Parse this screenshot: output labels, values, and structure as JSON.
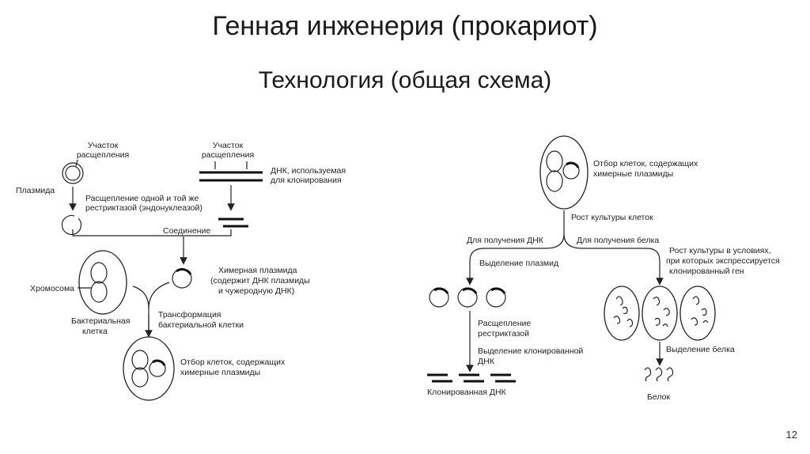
{
  "slide": {
    "title": "Генная инженерия (прокариот)",
    "subtitle": "Технология (общая схема)",
    "page_number": "12"
  },
  "left_scheme": {
    "cleavage_site_plasmid": [
      "Участок",
      "расщепления"
    ],
    "plasmid": "Плазмида",
    "cleavage_site_dna": [
      "Участок",
      "расщепления"
    ],
    "dna_for_cloning": [
      "ДНК, используемая",
      "для клонирования"
    ],
    "cleavage_step": [
      "Расщепление одной и той же",
      "рестриктазой (эндонуклеазой)"
    ],
    "joining": "Соединение",
    "chromosome": "Хромосома",
    "chimeric_plasmid": [
      "Химерная плазмида",
      "(содержит ДНК плазмиды",
      "и чужеродную ДНК)"
    ],
    "bacterial_cell": [
      "Бактериальная",
      "клетка"
    ],
    "transformation": [
      "Трансформация",
      "бактериальной клетки"
    ],
    "selection": [
      "Отбор клеток, содержащих",
      "химерные плазмиды"
    ]
  },
  "right_scheme": {
    "selection": [
      "Отбор клеток, содержащих",
      "химерные плазмиды"
    ],
    "culture_growth": "Рост культуры клеток",
    "for_dna": "Для получения ДНК",
    "for_protein": "Для получения белка",
    "plasmid_isolation": "Выделение плазмид",
    "growth_conditions": [
      "Рост культуры в условиях,",
      "при которых экспрессируется",
      "клонированный ген"
    ],
    "restriction": [
      "Расщепление",
      "рестриктазой"
    ],
    "cloned_isolation": [
      "Выделение клонированной",
      "ДНК"
    ],
    "protein_isolation": "Выделение белка",
    "cloned_dna": "Клонированная ДНК",
    "protein": "Белок"
  }
}
